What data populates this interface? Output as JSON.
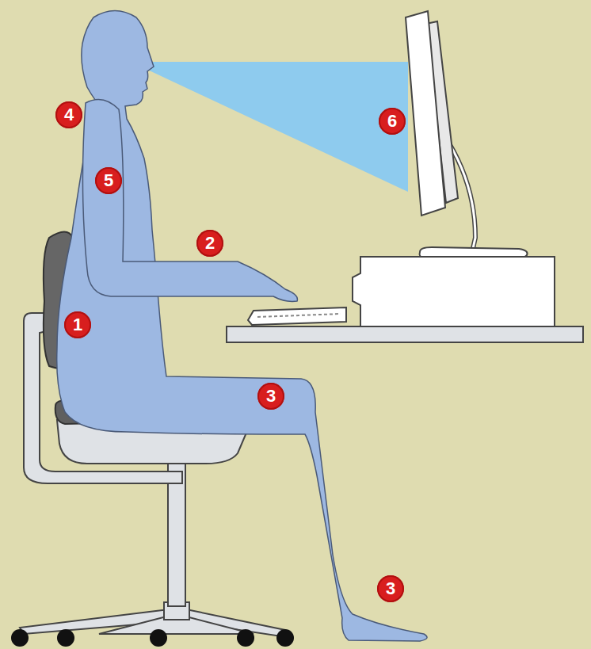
{
  "diagram": {
    "labels": [
      "4",
      "6",
      "5",
      "2",
      "1",
      "3",
      "3"
    ]
  }
}
